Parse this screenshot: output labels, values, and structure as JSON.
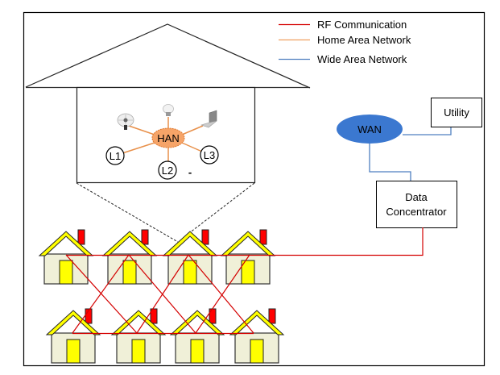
{
  "legend": {
    "items": [
      {
        "label": "RF Communication",
        "color": "#d40000"
      },
      {
        "label": "Home Area Network",
        "color": "#f0a060"
      },
      {
        "label": "Wide Area Network",
        "color": "#4f7fc0"
      }
    ]
  },
  "han": {
    "label": "HAN",
    "fill": "#f6a468",
    "devices": [
      "fan-icon",
      "light-bulb-icon",
      "laptop-icon"
    ],
    "loads": [
      "L1",
      "L2",
      "L3"
    ],
    "stray_mark": "-"
  },
  "wan": {
    "label": "WAN",
    "fill": "#3b78d0"
  },
  "utility": {
    "label": "Utility"
  },
  "data_concentrator": {
    "line1": "Data",
    "line2": "Concentrator"
  },
  "houses": {
    "roof_color": "#ffff00",
    "wall_color": "#f0f0d8",
    "door_color": "#ffff00",
    "chimney_color": "#ff0000",
    "top_row_count": 4,
    "bottom_row_count": 4
  }
}
